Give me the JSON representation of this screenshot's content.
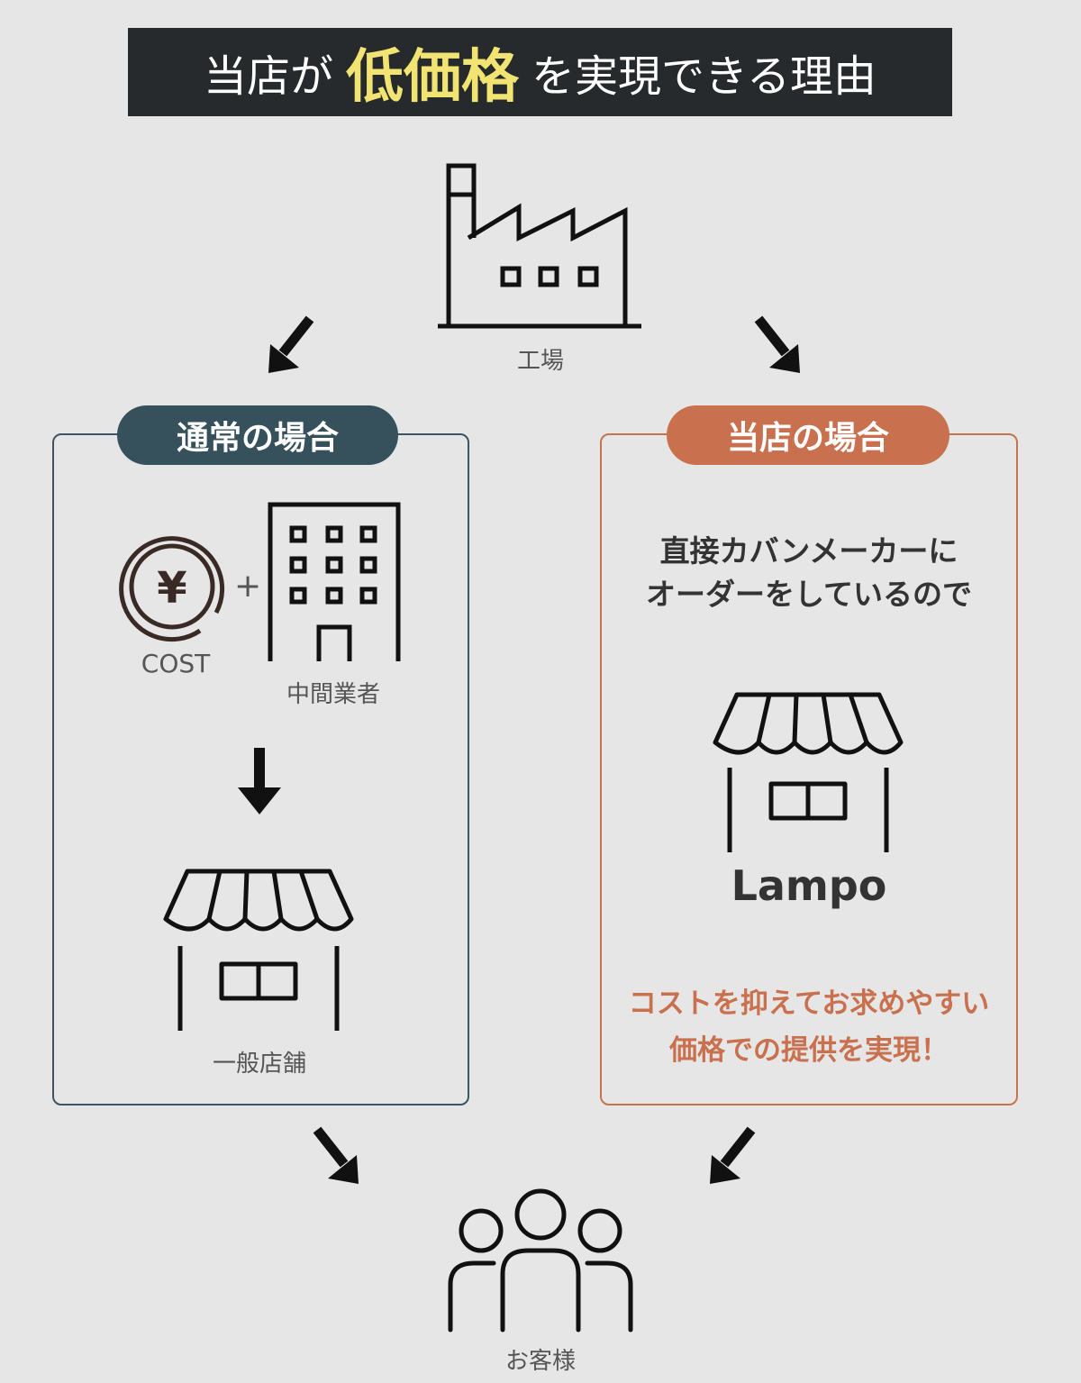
{
  "title": {
    "prefix": "当店が",
    "highlight": "低価格",
    "suffix": "を実現できる理由"
  },
  "factory": {
    "label": "工場"
  },
  "left_panel": {
    "header": "通常の場合",
    "cost_label": "COST",
    "cost_symbol": "¥",
    "plus": "+",
    "middleman_label": "中間業者",
    "store_label": "一般店舗"
  },
  "right_panel": {
    "header": "当店の場合",
    "message_line1": "直接カバンメーカーに",
    "message_line2": "オーダーをしているので",
    "brand": "Lampo",
    "result_line1": "コストを抑えてお求めやすい",
    "result_line2": "価格での提供を実現！"
  },
  "customers": {
    "label": "お客様"
  },
  "colors": {
    "background": "#e6e6e6",
    "title_bg": "#262a2c",
    "highlight": "#f2e472",
    "left_accent": "#36505c",
    "right_accent": "#c9704e"
  }
}
